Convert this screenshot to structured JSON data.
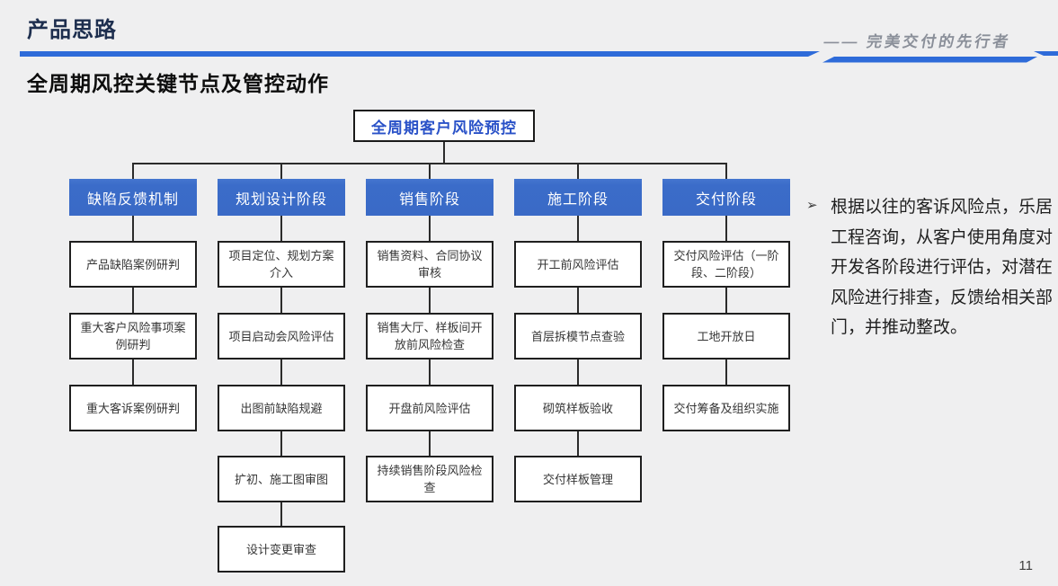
{
  "header": {
    "title": "产品思路",
    "slogan": "—— 完美交付的先行者"
  },
  "subtitle": "全周期风控关键节点及管控动作",
  "diagram": {
    "root": "全周期客户风险预控",
    "columns": [
      {
        "header": "缺陷反馈机制",
        "items": [
          "产品缺陷案例研判",
          "重大客户风险事项案例研判",
          "重大客诉案例研判"
        ]
      },
      {
        "header": "规划设计阶段",
        "items": [
          "项目定位、规划方案介入",
          "项目启动会风险评估",
          "出图前缺陷规避",
          "扩初、施工图审图",
          "设计变更审查"
        ]
      },
      {
        "header": "销售阶段",
        "items": [
          "销售资料、合同协议审核",
          "销售大厅、样板间开放前风险检查",
          "开盘前风险评估",
          "持续销售阶段风险检查"
        ]
      },
      {
        "header": "施工阶段",
        "items": [
          "开工前风险评估",
          "首层拆模节点查验",
          "砌筑样板验收",
          "交付样板管理"
        ]
      },
      {
        "header": "交付阶段",
        "items": [
          "交付风险评估（一阶段、二阶段）",
          "工地开放日",
          "交付筹备及组织实施"
        ]
      }
    ]
  },
  "note": {
    "bullet": "➢",
    "text": "根据以往的客诉风险点，乐居工程咨询，从客户使用角度对开发各阶段进行评估，对潜在风险进行排查，反馈给相关部门，并推动整改。"
  },
  "page_number": "11",
  "colors": {
    "header_box_blue": "#3B6CC9",
    "underline_blue": "#2E6BD9",
    "title_navy": "#1D2E4E",
    "root_text_blue": "#2A52C8",
    "slogan_gray": "#8A8F99",
    "background_gray": "#EFEFF0"
  }
}
